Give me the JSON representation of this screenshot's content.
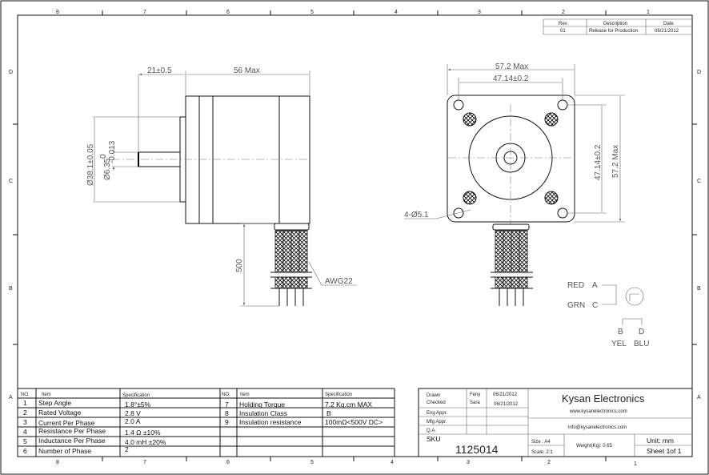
{
  "zones": {
    "columns": [
      "8",
      "7",
      "6",
      "5",
      "4",
      "3",
      "2",
      "1"
    ],
    "rows": [
      "D",
      "C",
      "B",
      "A"
    ]
  },
  "revision": {
    "headers": [
      "Rev.",
      "Description",
      "Date"
    ],
    "rows": [
      [
        "01",
        "Release for Production",
        "06/21/2012"
      ]
    ]
  },
  "side_view": {
    "shaft_length": "21±0.5",
    "body_length": "56 Max",
    "pilot_diameter": "Ø38.1±0.05",
    "shaft_diameter": "Ø6.35",
    "shaft_tol_upper": "0",
    "shaft_tol_lower": "-0.013",
    "lead_length": "500",
    "wire_gauge": "AWG22"
  },
  "front_view": {
    "width_max": "57.2 Max",
    "hole_spacing": "47.14±0.2",
    "hole_spacing_v": "47.14±0.2",
    "height_max": "57.2 Max",
    "mount_holes": "4-Ø5.1"
  },
  "wiring": {
    "red": "RED",
    "a": "A",
    "grn": "GRN",
    "c": "C",
    "b": "B",
    "d": "D",
    "yel": "YEL",
    "blu": "BLU"
  },
  "spec_table": {
    "headers": [
      "NO.",
      "Item",
      "Specification",
      "NO.",
      "Item",
      "Specification"
    ],
    "left": [
      [
        "1",
        "Step Angle",
        "1.8°±5%"
      ],
      [
        "2",
        "Rated Voltage",
        "2.8 V"
      ],
      [
        "3",
        "Current Per Phase",
        "2.0 A"
      ],
      [
        "4",
        "Resistance Per Phase",
        "1.4 Ω  ±10%"
      ],
      [
        "5",
        "Inductance Per Phase",
        "4.0 mH ±20%"
      ],
      [
        "6",
        "Number of Phase",
        "2"
      ]
    ],
    "right": [
      [
        "7",
        "Holding Torque",
        "7.2 Kg.cm  MAX"
      ],
      [
        "8",
        "Insulation Class",
        "B"
      ],
      [
        "9",
        "Insulation resistance",
        "100mΩ<500V DC>"
      ]
    ]
  },
  "title_block": {
    "approvals": [
      [
        "Drawn",
        "Feny",
        "06/21/2012"
      ],
      [
        "Checked",
        "Sara",
        "06/21/2012"
      ],
      [
        "Eng Appr.",
        "",
        ""
      ],
      [
        "Mfg Appr.",
        "",
        ""
      ],
      [
        "Q.A.",
        "",
        ""
      ]
    ],
    "sku_label": "SKU",
    "sku": "1125014",
    "company": "Kysan Electronics",
    "website": "www.kysanelectronics.com",
    "email": "info@kysanelectronics.com",
    "size": "Size : A4",
    "scale": "Scale: 2:1",
    "weight": "Weight(Kg):  0.65",
    "unit": "Unit: mm",
    "sheet": "Sheet 1of 1"
  }
}
